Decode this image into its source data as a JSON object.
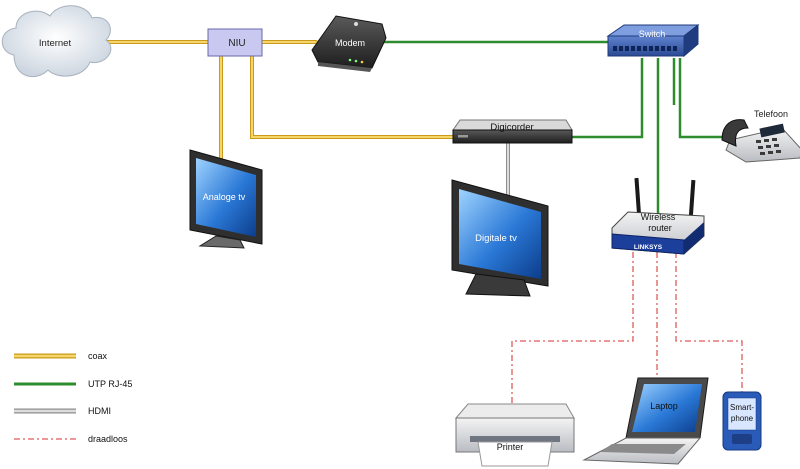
{
  "nodes": {
    "internet": "Internet",
    "niu": "NIU",
    "modem": "Modem",
    "switch": "Switch",
    "telephone": "Telefoon",
    "digicorder": "Digicorder",
    "analog_tv": "Analoge tv",
    "digital_tv": "Digitale tv",
    "wireless_router_line1": "Wireless",
    "wireless_router_line2": "router",
    "router_brand": "LINKSYS",
    "printer": "Printer",
    "laptop": "Laptop",
    "smartphone_line1": "Smart-",
    "smartphone_line2": "phone"
  },
  "legend": [
    {
      "label": "coax",
      "color": "#f2c94c"
    },
    {
      "label": "UTP RJ-45",
      "color": "#2e8b2e"
    },
    {
      "label": "HDMI",
      "color": "#a8a8a8"
    },
    {
      "label": "draadloos",
      "color": "#e05a5a"
    }
  ],
  "colors": {
    "coax": "#f2c94c",
    "utp": "#2e8b2e",
    "hdmi": "#a8a8a8",
    "wireless": "#e05a5a",
    "niu_fill": "#c8c8f0",
    "switch_fill": "#3a5ba8"
  }
}
